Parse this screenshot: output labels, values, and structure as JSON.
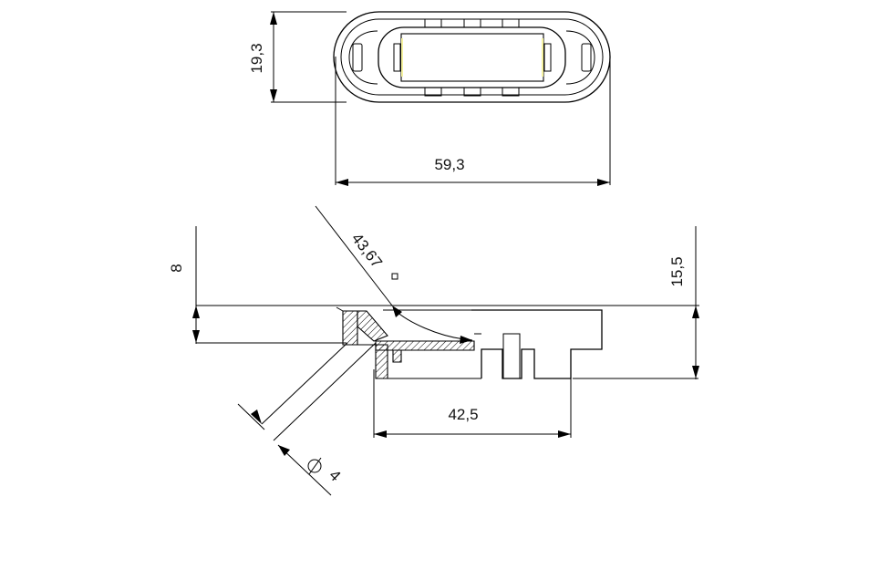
{
  "drawing": {
    "dimensions": {
      "height_top": "19,3",
      "width_top": "59,3",
      "height_left": "8",
      "height_right": "15,5",
      "base_width": "42,5",
      "angle": "43,67",
      "angle_degree_symbol": "°",
      "diameter": "4"
    }
  }
}
